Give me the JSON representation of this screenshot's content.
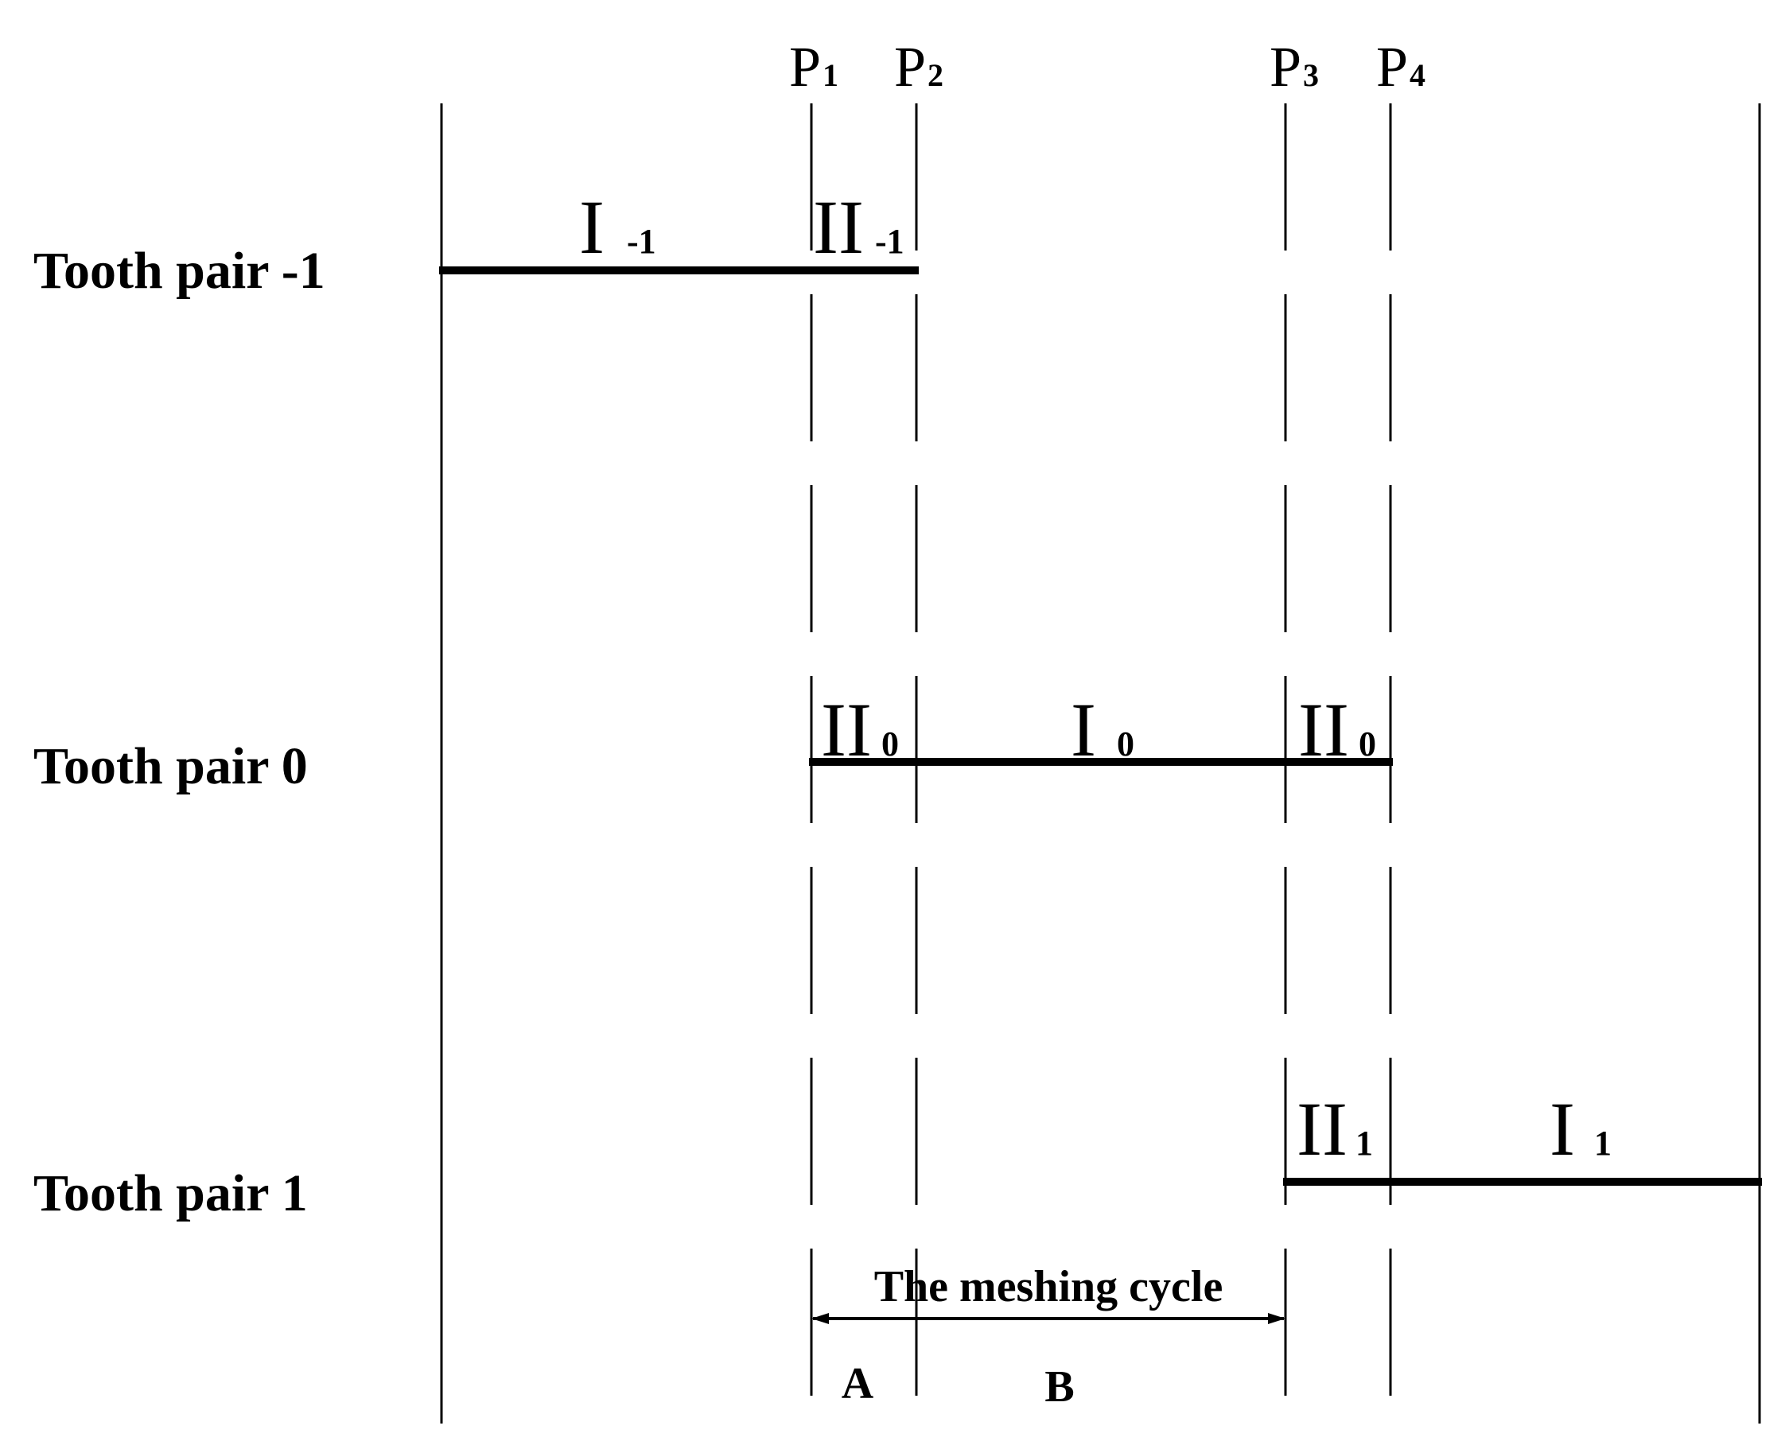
{
  "diagram": {
    "positions": [
      {
        "main": "P",
        "sub": "1"
      },
      {
        "main": "P",
        "sub": "2"
      },
      {
        "main": "P",
        "sub": "3"
      },
      {
        "main": "P",
        "sub": "4"
      }
    ],
    "rows": [
      {
        "label": "Tooth pair -1",
        "segments": [
          {
            "main": "I",
            "sub": "-1"
          },
          {
            "main": "II",
            "sub": "-1"
          }
        ]
      },
      {
        "label": "Tooth pair 0",
        "segments": [
          {
            "main": "II",
            "sub": "0"
          },
          {
            "main": "I",
            "sub": "0"
          },
          {
            "main": "II",
            "sub": "0"
          }
        ]
      },
      {
        "label": "Tooth pair 1",
        "segments": [
          {
            "main": "II",
            "sub": "1"
          },
          {
            "main": "I",
            "sub": "1"
          }
        ]
      }
    ],
    "cycle": {
      "label": "The meshing cycle",
      "part_a": "A",
      "part_b": "B"
    },
    "colors": {
      "line": "#000000",
      "background": "#ffffff"
    }
  }
}
